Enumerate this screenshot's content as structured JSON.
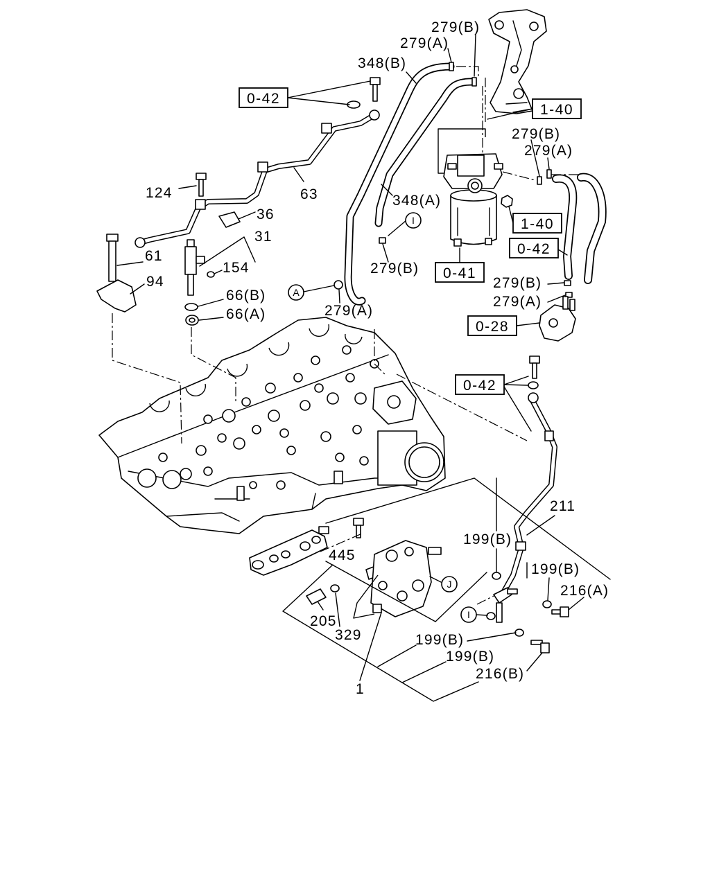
{
  "diagram": {
    "part_labels": [
      "279(B)",
      "279(A)",
      "348(B)",
      "279(B)",
      "279(A)",
      "124",
      "63",
      "348(A)",
      "36",
      "31",
      "61",
      "279(B)",
      "154",
      "94",
      "279(B)",
      "66(B)",
      "279(A)",
      "279(A)",
      "66(A)",
      "211",
      "199(B)",
      "445",
      "199(B)",
      "216(A)",
      "205",
      "329",
      "199(B)",
      "199(B)",
      "216(B)",
      "1"
    ],
    "reference_boxes": [
      "0-42",
      "1-40",
      "1-40",
      "0-42",
      "0-41",
      "0-28",
      "0-42"
    ],
    "circle_markers": [
      "I",
      "A",
      "J",
      "I"
    ]
  }
}
